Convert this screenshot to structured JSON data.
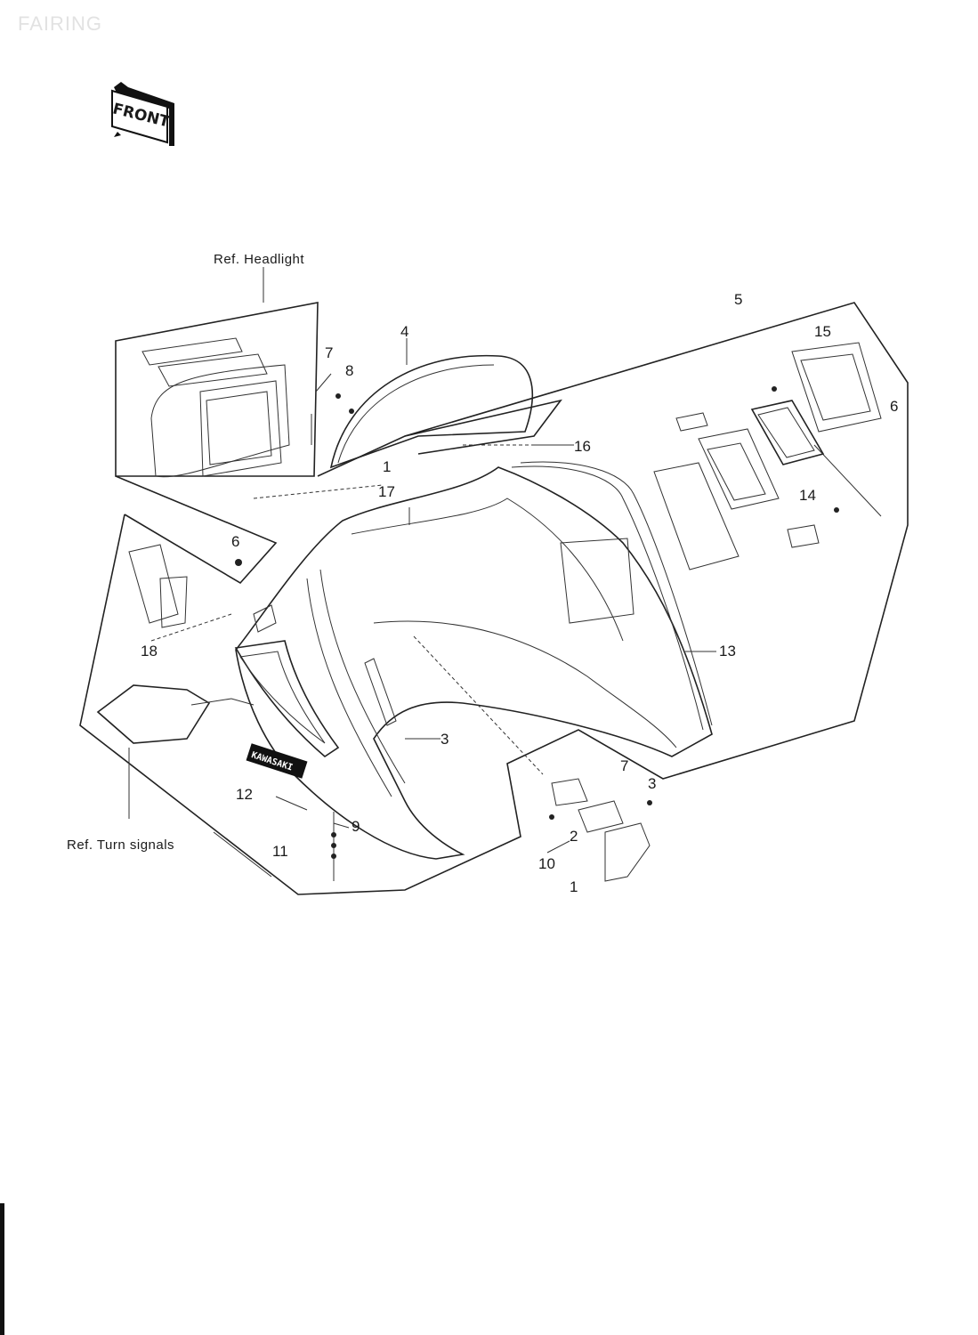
{
  "title": "FAIRING",
  "front_label": "FRONT",
  "refs": {
    "headlight": "Ref. Headlight",
    "turn_signals": "Ref. Turn signals"
  },
  "badge_text": "KAWASAKI",
  "callouts": {
    "c5": "5",
    "c4": "4",
    "c7a": "7",
    "c8a": "8",
    "c15": "15",
    "c6a": "6",
    "c16": "16",
    "c1a": "1",
    "c17": "17",
    "c6b": "6",
    "c14": "14",
    "c18": "18",
    "c13": "13",
    "c3a": "3",
    "c7b": "7",
    "c3b": "3",
    "c12a": "12",
    "c9": "9",
    "c2": "2",
    "c11": "11",
    "c10": "10",
    "c1b": "1"
  }
}
